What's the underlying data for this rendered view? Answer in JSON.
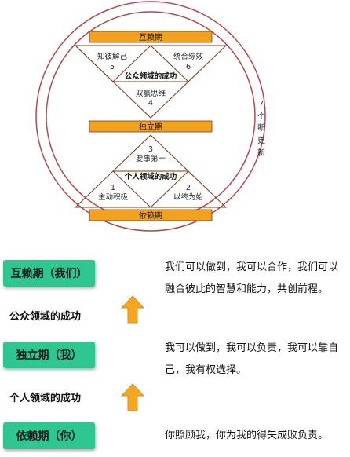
{
  "diagram": {
    "top_bar": "互赖期",
    "public_success": "公众领域的成功",
    "habit4": {
      "label": "知彼解己",
      "num": "5"
    },
    "habit6": {
      "label": "统合综效",
      "num": "6"
    },
    "habit_winwin": {
      "label": "双赢思维",
      "num": "4"
    },
    "middle_bar": "独立期",
    "habit3": {
      "num": "3",
      "label": "要事第一"
    },
    "private_success": "个人领域的成功",
    "habit1": {
      "num": "1",
      "label": "主动积极"
    },
    "habit2": {
      "num": "2",
      "label": "以终为始"
    },
    "bottom_bar": "依赖期",
    "habit7": {
      "num": "7",
      "chars": [
        "不",
        "断",
        "更",
        "新"
      ]
    }
  },
  "stages": [
    {
      "button": "互赖期（我们）",
      "desc": "我们可以做到，我可以合作，我们可以融合彼此的智慧和能力，共创前程。"
    },
    {
      "button": "独立期（我）",
      "desc": "我可以做到，我可以负责，我可以靠自己，我有权选择。"
    },
    {
      "button": "依赖期（你）",
      "desc": "你照顾我，你为我的得失成败负责。"
    }
  ],
  "between_labels": {
    "upper": "公众领域的成功",
    "lower": "个人领域的成功"
  },
  "colors": {
    "ring": "#b24a4a",
    "bar": "#f3a21d",
    "button": "#2ec792",
    "arrow": "#f5a623"
  }
}
